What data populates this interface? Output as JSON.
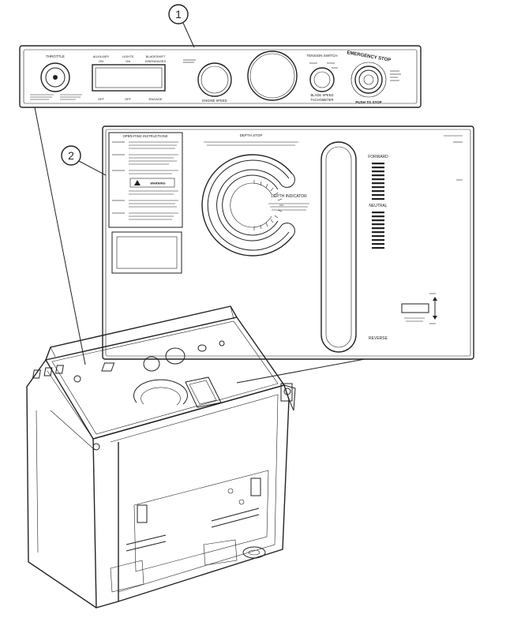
{
  "callouts": [
    {
      "number": "1"
    },
    {
      "number": "2"
    }
  ],
  "panel1": {
    "throttle_label": "THROTTLE",
    "auxiliary_label": "AUXILIARY",
    "on_left": "ON",
    "lights_label": "LIGHTS",
    "on_mid": "ON",
    "bladeshift_label": "BLADESHIFT",
    "engaged_label": "DISENGAGED",
    "off_left": "OFF",
    "off_mid": "OFF",
    "engage_label": "ENGAGE",
    "engine_speed_label": "ENGINE SPEED",
    "tension_switch_label": "TENSION SWITCH",
    "blade_speed_label": "BLADE SPEED",
    "tachometer_label": "TACHOMETER",
    "emergency_stop_label": "EMERGENCY STOP",
    "push_to_stop_label": "PUSH TO STOP"
  },
  "panel2": {
    "operating_instructions_label": "OPERATING INSTRUCTIONS",
    "warning_label": "WARNING",
    "depth_stop_label": "DEPTH STOP",
    "depth_indicator_label": "DEPTH INDICATOR",
    "forward_label": "FORWARD",
    "neutral_label": "NEUTRAL",
    "reverse_label": "REVERSE"
  }
}
